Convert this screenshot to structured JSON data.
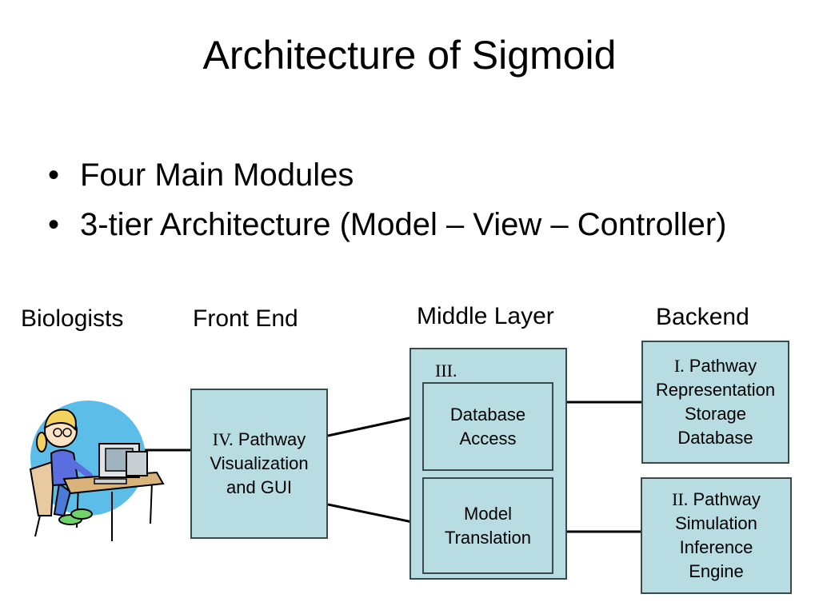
{
  "title": "Architecture of Sigmoid",
  "bullets": [
    {
      "mark": "•",
      "text": "Four Main Modules"
    },
    {
      "mark": "•",
      "text": "3-tier Architecture (Model – View – Controller)"
    }
  ],
  "columns": {
    "biologists": "Biologists",
    "front_end": "Front End",
    "middle_layer": "Middle Layer",
    "backend": "Backend"
  },
  "modules": {
    "front": {
      "numeral": "IV.",
      "lines": [
        "Pathway",
        "Visualization",
        "and GUI"
      ]
    },
    "middle": {
      "numeral": "III.",
      "database_access": [
        "Database",
        "Access"
      ],
      "model_translation": [
        "Model",
        "Translation"
      ]
    },
    "backend_storage": {
      "numeral": "I.",
      "lines": [
        "Pathway",
        "Representation",
        "Storage",
        "Database"
      ]
    },
    "backend_engine": {
      "numeral": "II.",
      "lines": [
        "Pathway",
        "Simulation",
        "Inference",
        "Engine"
      ]
    }
  },
  "colors": {
    "box_fill": "#b7dde3",
    "border": "#3a4a4a"
  }
}
